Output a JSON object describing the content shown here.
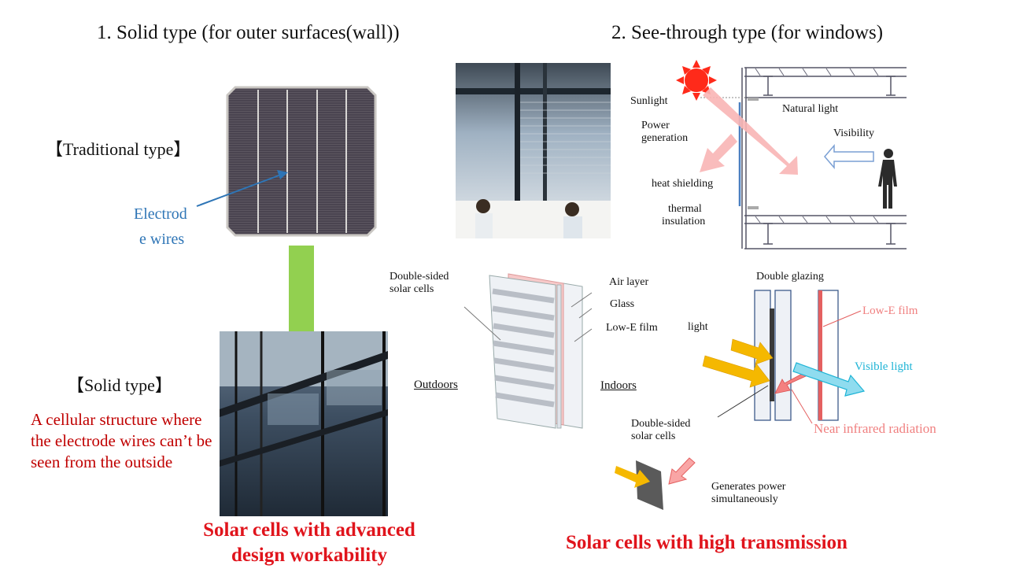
{
  "solid": {
    "heading": "1. Solid type (for outer surfaces(wall))",
    "traditional_label": "【Traditional type】",
    "electrode_wires_line1": "Electrod",
    "electrode_wires_line2": "e wires",
    "solid_label": "【Solid type】",
    "description": "A cellular structure where the electrode wires can’t be seen from the outside",
    "footer_line1": "Solar cells with advanced",
    "footer_line2": "design workability"
  },
  "seethrough": {
    "heading": "2. See-through type (for windows)",
    "sunlight": "Sunlight",
    "power_line1": "Power",
    "power_line2": "generation",
    "natural_light": "Natural light",
    "visibility": "Visibility",
    "heat_shielding": "heat shielding",
    "thermal_line1": "thermal",
    "thermal_line2": "insulation",
    "double_sided_1": "Double-sided",
    "solar_cells_1": "solar cells",
    "air_layer": "Air layer",
    "glass": "Glass",
    "low_e_film": "Low-E film",
    "light_fragment": "light",
    "outdoors": "Outdoors",
    "indoors": "Indoors",
    "double_glazing": "Double glazing",
    "low_e_film_2": "Low-E film",
    "visible_light": "Visible light",
    "near_infrared": "Near infrared radiation",
    "double_sided_2": "Double-sided",
    "solar_cells_2": "solar cells",
    "generates_line1": "Generates power",
    "generates_line2": "simultaneously",
    "footer": "Solar cells with high transmission"
  },
  "colors": {
    "heading_red": "#e0141c",
    "desc_red": "#c00000",
    "electrode_blue": "#2e75b6",
    "green_arrow": "#92d050",
    "lowe_pink": "#f08080",
    "visible_cyan": "#1fb4d6",
    "sun_red": "#ff2a1a",
    "yellow_arrow": "#f5b800"
  }
}
